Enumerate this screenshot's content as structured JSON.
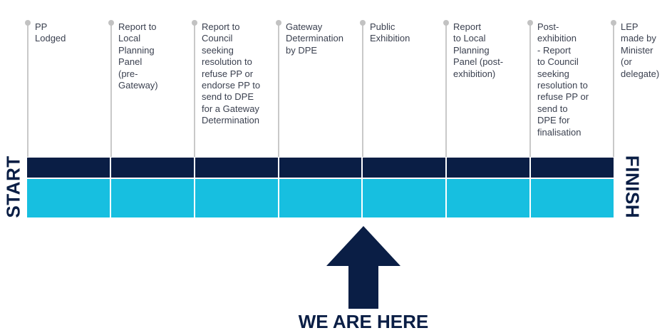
{
  "start_label": "START",
  "finish_label": "FINISH",
  "marker_label": "WE ARE HERE",
  "colors": {
    "dark_bar": "#0a1e45",
    "light_bar": "#17bfe0",
    "arrow": "#0a1e45",
    "stage_line": "#c9c9c9",
    "label_text": "#3b4150"
  },
  "current_stage_index": 4,
  "stages": [
    {
      "lines": [
        "PP",
        "Lodged"
      ]
    },
    {
      "lines": [
        "Report to",
        "Local",
        "Planning",
        "Panel",
        "(pre-",
        "Gateway)"
      ]
    },
    {
      "lines": [
        "Report to",
        "Council",
        "seeking",
        "resolution to",
        "refuse PP or",
        "endorse PP to",
        "send to DPE",
        "for a Gateway",
        "Determination"
      ]
    },
    {
      "lines": [
        "Gateway",
        "Determination",
        "by DPE"
      ]
    },
    {
      "lines": [
        "Public",
        "Exhibition"
      ]
    },
    {
      "lines": [
        "Report",
        "to Local",
        "Planning",
        "Panel (post-",
        "exhibition)"
      ]
    },
    {
      "lines": [
        "Post-",
        "exhibition",
        "- Report",
        "to Council",
        "seeking",
        "resolution to",
        "refuse PP or",
        "send to",
        "DPE for",
        "finalisation"
      ]
    },
    {
      "lines": [
        "LEP",
        "made by",
        "Minister",
        "(or",
        "delegate)"
      ]
    }
  ]
}
